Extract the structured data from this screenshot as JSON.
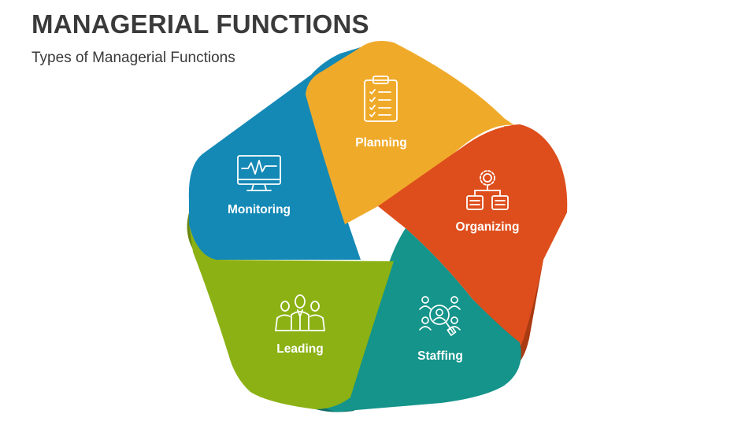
{
  "header": {
    "title": "MANAGERIAL FUNCTIONS",
    "subtitle": "Types of Managerial Functions"
  },
  "diagram": {
    "segments": [
      {
        "label": "Planning",
        "color": "#F0AA2A",
        "shade": "#C98E1E",
        "icon": "clipboard-checklist-icon"
      },
      {
        "label": "Organizing",
        "color": "#DE4E1C",
        "shade": "#A93A12",
        "icon": "org-chart-gear-icon"
      },
      {
        "label": "Staffing",
        "color": "#14948A",
        "shade": "#0E6E67",
        "icon": "people-search-icon"
      },
      {
        "label": "Leading",
        "color": "#8BB114",
        "shade": "#688710",
        "icon": "team-leader-icon"
      },
      {
        "label": "Monitoring",
        "color": "#1489B6",
        "shade": "#0E6585",
        "icon": "monitor-pulse-icon"
      }
    ]
  }
}
